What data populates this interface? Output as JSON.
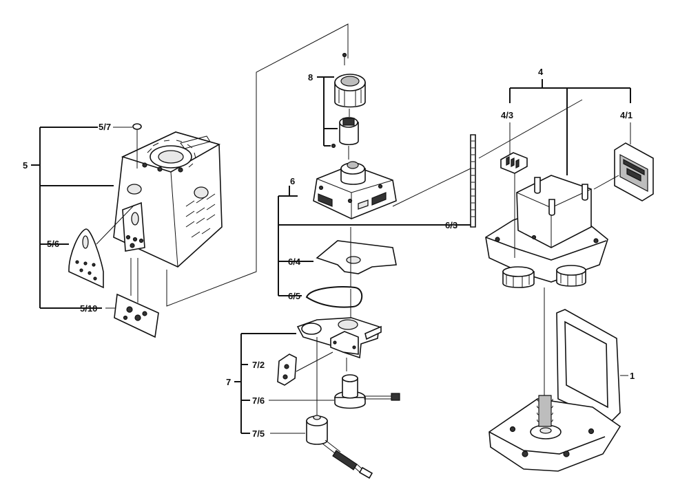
{
  "labels": {
    "p1": "1",
    "p4": "4",
    "p4_1": "4/1",
    "p4_3": "4/3",
    "p5": "5",
    "p5_6": "5/6",
    "p5_7": "5/7",
    "p5_10": "5/10",
    "p6": "6",
    "p6_3": "6/3",
    "p6_4": "6/4",
    "p6_5": "6/5",
    "p7": "7",
    "p7_2": "7/2",
    "p7_5": "7/5",
    "p7_6": "7/6",
    "p8": "8"
  },
  "colors": {
    "line": "#111111",
    "background": "#ffffff",
    "part_fill": "#ffffff",
    "shade": "#bdbdbd"
  }
}
